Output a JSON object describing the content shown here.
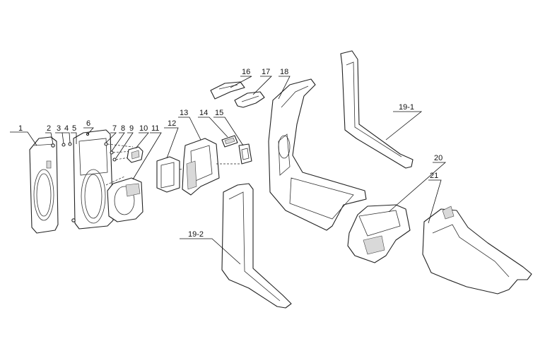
{
  "callouts": {
    "c1": "1",
    "c2": "2",
    "c3": "3",
    "c4": "4",
    "c5": "5",
    "c6": "6",
    "c7": "7",
    "c8": "8",
    "c9": "9",
    "c10": "10",
    "c11": "11",
    "c12": "12",
    "c13": "13",
    "c14": "14",
    "c15": "15",
    "c16": "16",
    "c17": "17",
    "c18": "18",
    "c19_1": "19-1",
    "c19_2": "19-2",
    "c20": "20",
    "c21": "21"
  }
}
